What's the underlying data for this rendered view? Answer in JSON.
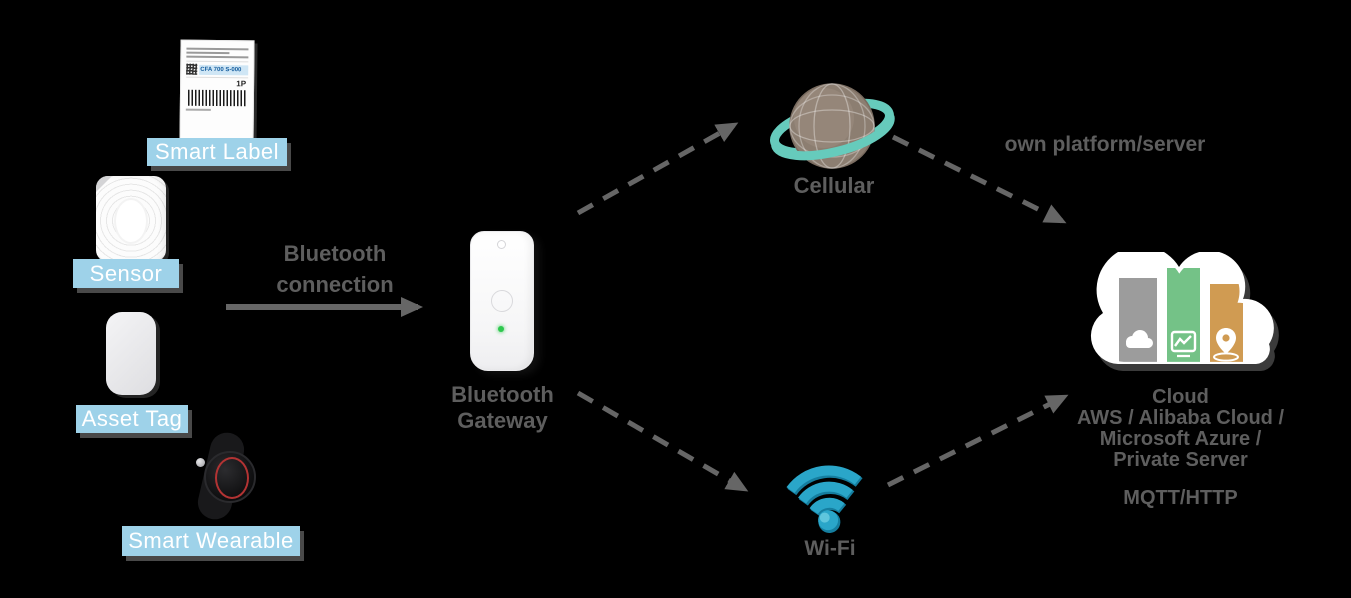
{
  "devices": [
    {
      "label": "Smart Label"
    },
    {
      "label": "Sensor"
    },
    {
      "label": "Asset Tag"
    },
    {
      "label": "Smart Wearable"
    }
  ],
  "smart_label_card": {
    "code": "CFA 700 S-000",
    "qty": "1P"
  },
  "bluetooth": {
    "line1": "Bluetooth",
    "line2": "connection"
  },
  "gateway": {
    "line1": "Bluetooth",
    "line2": "Gateway"
  },
  "cellular": {
    "label": "Cellular"
  },
  "wifi": {
    "label": "Wi-Fi"
  },
  "upload_note": {
    "text": "own platform/server"
  },
  "cloud_text": {
    "lines": [
      "Cloud",
      "AWS / Alibaba Cloud /",
      "Microsoft Azure /",
      "Private Server"
    ],
    "footer": "MQTT/HTTP"
  },
  "colors": {
    "tag_blue": "#9ed2e9",
    "ring_teal": "#66cbbc",
    "wifi_blue": "#28a3c6",
    "cloud_green": "#74c287",
    "cloud_orange": "#d09b52",
    "caption_grey": "#5e5e5e",
    "led_green": "#2ec84e"
  }
}
